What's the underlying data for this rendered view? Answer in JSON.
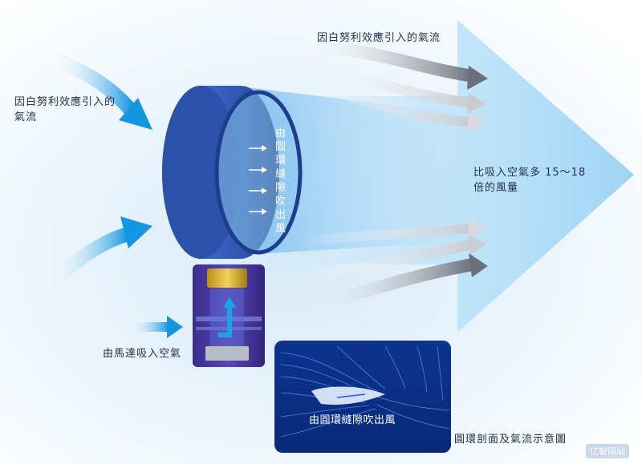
{
  "labels": {
    "top_left_airflow": "因白努利效應引入的氣流",
    "top_airflow": "因白努利效應引入的氣流",
    "right_result": "比吸入空氣多 15～18 倍的風量",
    "motor_intake": "由馬達吸入空氣",
    "ring_slit": "由圓環縫隙吹出風",
    "inset_slit": "由圓環縫隙吹出風",
    "inset_caption": "圓環剖面及氣流示意圖"
  },
  "watermark": "亿智网站",
  "colors": {
    "big_arrow": "#aedcf7",
    "ring_dark": "#1d3d84",
    "ring_light": "#3d6fcd",
    "base_purple": "#4d3aa0",
    "accent_blue": "#1aa3e6",
    "gray_arrow": "#7a7f87",
    "inset_bg": "#0c2f86"
  }
}
